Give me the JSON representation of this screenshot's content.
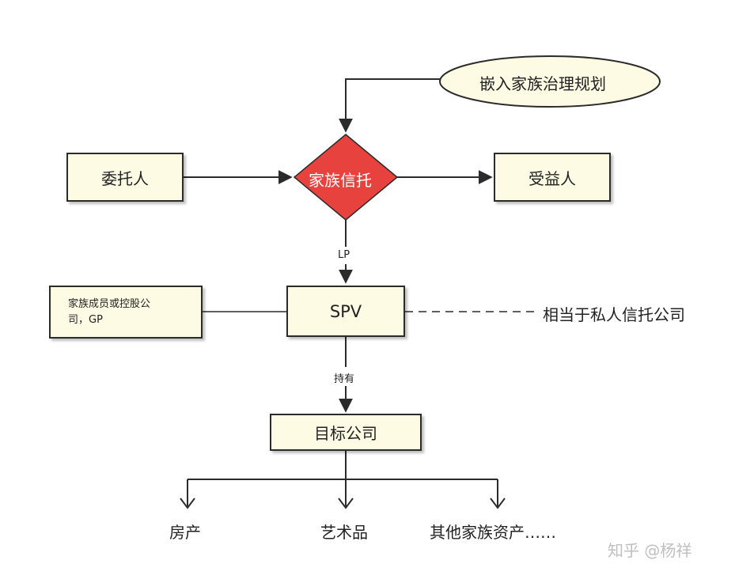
{
  "nodes": {
    "planning": "嵌入家族治理规划",
    "trust": "家族信托",
    "settlor": "委托人",
    "beneficiary": "受益人",
    "spv": "SPV",
    "gp_line1": "家族成员或控股公",
    "gp_line2": "司，GP",
    "private_trust_company": "相当于私人信托公司",
    "target_company": "目标公司",
    "real_estate": "房产",
    "art": "艺术品",
    "other_assets": "其他家族资产……"
  },
  "edge_labels": {
    "lp": "LP",
    "holds": "持有"
  },
  "watermark": "知乎 @杨祥",
  "colors": {
    "box_fill": "#fdfbe3",
    "diamond_fill": "#e8423f",
    "line": "#2b2b2b"
  }
}
